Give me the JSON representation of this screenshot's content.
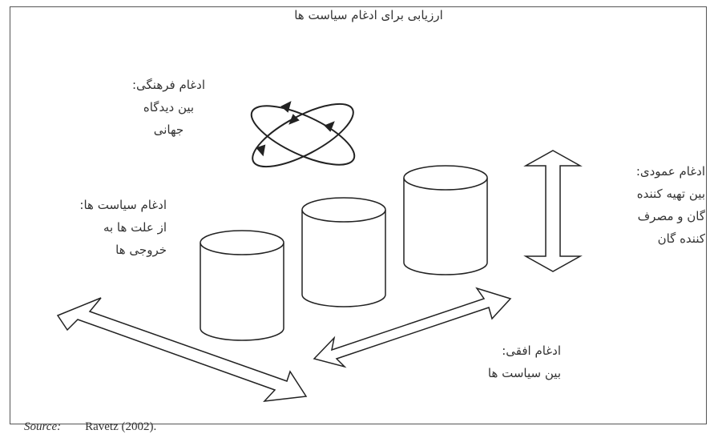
{
  "title": "ارزیابی برای ادغام سیاست ها",
  "labels": {
    "cultural": [
      "ادغام فرهنگی:",
      "بین دیدگاه",
      "جهانی"
    ],
    "policy": [
      "ادغام سیاست ها:",
      "از علت ها به",
      "خروجی ها"
    ],
    "vertical": [
      "ادغام عمودی:",
      "بین تهیه کننده",
      "گان و مصرف",
      "کننده گان"
    ],
    "horizontal": [
      "ادغام افقی:",
      "بین سیاست ها"
    ]
  },
  "source": {
    "key": "Source:",
    "value": "Ravetz (2002)."
  }
}
